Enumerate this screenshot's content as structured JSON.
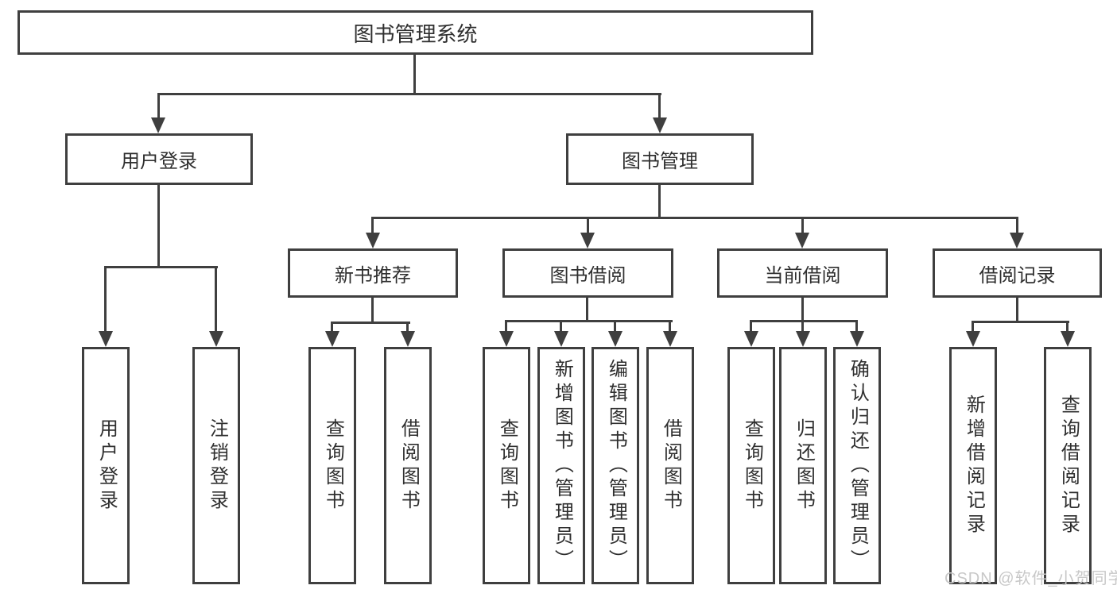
{
  "tree": {
    "root": {
      "label": "图书管理系统"
    },
    "branches": [
      {
        "label": "用户登录",
        "children": [
          {
            "label": "用户登录"
          },
          {
            "label": "注销登录"
          }
        ]
      },
      {
        "label": "图书管理",
        "children": [
          {
            "label": "新书推荐",
            "children": [
              {
                "label": "查询图书"
              },
              {
                "label": "借阅图书"
              }
            ]
          },
          {
            "label": "图书借阅",
            "children": [
              {
                "label": "查询图书"
              },
              {
                "label": "新增图书（管理员）"
              },
              {
                "label": "编辑图书（管理员）"
              },
              {
                "label": "借阅图书"
              }
            ]
          },
          {
            "label": "当前借阅",
            "children": [
              {
                "label": "查询图书"
              },
              {
                "label": "归还图书"
              },
              {
                "label": "确认归还（管理员）"
              }
            ]
          },
          {
            "label": "借阅记录",
            "children": [
              {
                "label": "新增借阅记录"
              },
              {
                "label": "查询借阅记录"
              }
            ]
          }
        ]
      }
    ]
  },
  "watermark": {
    "text": "CSDN @软件_小贺同学"
  },
  "colors": {
    "line": "#3f3f3f",
    "text": "#2f2f2f",
    "background": "#ffffff",
    "watermark": "#c8c8c8"
  }
}
